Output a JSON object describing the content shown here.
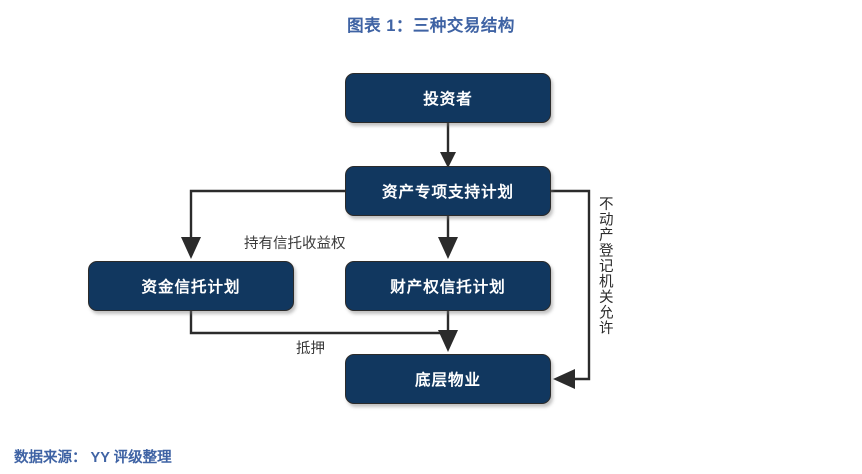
{
  "figure": {
    "title": "图表 1：三种交易结构",
    "source": "数据来源： YY 评级整理",
    "title_color": "#3f63a4",
    "node_fill_color": "#11375f",
    "node_border_color": "#2b2b2b",
    "connector_color": "#2b2b2b"
  },
  "nodes": [
    {
      "id": "investor",
      "label": "投资者"
    },
    {
      "id": "abs_plan",
      "label": "资产专项支持计划"
    },
    {
      "id": "fund_trust",
      "label": "资金信托计划"
    },
    {
      "id": "property_trust",
      "label": "财产权信托计划"
    },
    {
      "id": "underlying",
      "label": "底层物业"
    }
  ],
  "edge_labels": {
    "trust_beneficiary": "持有信托收益权",
    "mortgage": "抵押",
    "registry_allows": "不动产登记机关允许"
  },
  "edges": [
    {
      "from": "investor",
      "to": "abs_plan",
      "label": "",
      "arrow": true
    },
    {
      "from": "abs_plan",
      "to": "fund_trust",
      "label": "持有信托收益权",
      "arrow": true
    },
    {
      "from": "abs_plan",
      "to": "property_trust",
      "label": "",
      "arrow": true
    },
    {
      "from": "fund_trust",
      "to": "underlying",
      "label": "抵押",
      "arrow": true
    },
    {
      "from": "property_trust",
      "to": "underlying",
      "label": "",
      "arrow": true
    },
    {
      "from": "abs_plan",
      "to": "underlying",
      "label": "不动产登记机关允许",
      "arrow": true
    }
  ]
}
